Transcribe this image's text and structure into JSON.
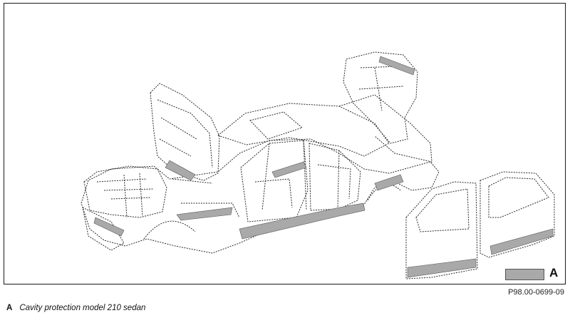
{
  "legend": {
    "key": "A",
    "swatch_color": "#a9a9a9"
  },
  "reference_code": "P98.00-0699-09",
  "caption": {
    "key": "A",
    "text": "Cavity protection model 210 sedan"
  },
  "colors": {
    "line": "#2b2b2b",
    "protected_area": "#a9a9a9",
    "frame": "#1a1a1a"
  }
}
